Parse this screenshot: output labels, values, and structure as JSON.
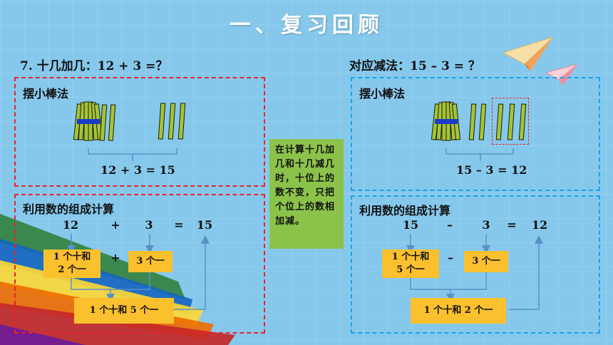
{
  "slide_title": "一、复习回顾",
  "left": {
    "heading": "7. 十几加几：12 + 3 =？",
    "method1": "摆小棒法",
    "equation1": "12 + 3 = 15",
    "method2": "利用数的组成计算",
    "row": [
      "12",
      "+",
      "3",
      "=",
      "15"
    ],
    "box_a": "1 个十和\n2 个一",
    "op": "+",
    "box_b": "3 个一",
    "result": "1 个十和 5 个一"
  },
  "right": {
    "heading": "对应减法：15 – 3 = ？",
    "method1": "摆小棒法",
    "equation1": "15 – 3 = 12",
    "method2": "利用数的组成计算",
    "row": [
      "15",
      "–",
      "3",
      "=",
      "12"
    ],
    "box_a": "1 个十和\n5 个一",
    "op": "–",
    "box_b": "3 个一",
    "result": "1 个十和 2 个一"
  },
  "note": "在计算十几加几和十几减几时，十位上的数不变，只把个位上的数相加减。",
  "colors": {
    "background": "#86c8ec",
    "red_dash": "#e8232c",
    "blue_dash": "#1aa2e8",
    "stick_green": "#a4c43a",
    "box_yellow": "#fbc02d",
    "note_green": "#8bc34a",
    "arrow_blue": "#5b8fc7"
  },
  "decor": [
    "paper-plane-icon",
    "paper-plane-small-icon",
    "paint-strokes"
  ]
}
